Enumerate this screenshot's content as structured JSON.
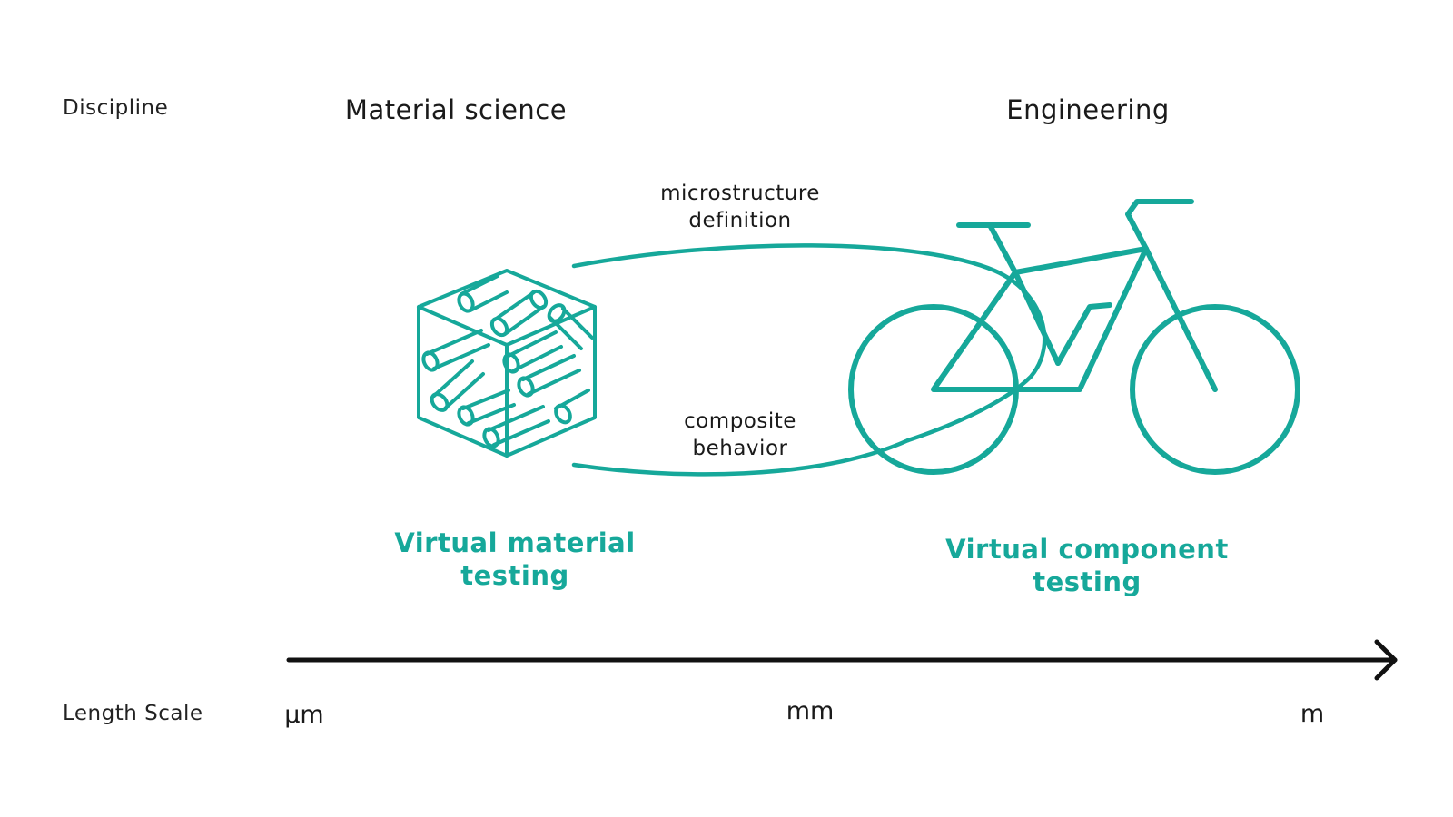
{
  "row_labels": {
    "discipline": "Discipline",
    "length_scale": "Length Scale"
  },
  "disciplines": {
    "left": "Material science",
    "right": "Engineering"
  },
  "flows": {
    "upper": {
      "line1": "microstructure",
      "line2": "definition"
    },
    "lower": {
      "line1": "composite",
      "line2": "behavior"
    }
  },
  "captions": {
    "left": {
      "line1": "Virtual material",
      "line2": "testing"
    },
    "right": {
      "line1": "Virtual component",
      "line2": "testing"
    }
  },
  "length_ticks": {
    "micro": "µm",
    "milli": "mm",
    "meter": "m"
  },
  "icons": {
    "material": "fiber-composite-cube-icon",
    "component": "bicycle-icon"
  },
  "colors": {
    "accent": "#16a89a",
    "axis": "#111111",
    "text": "#1a1a1a"
  }
}
